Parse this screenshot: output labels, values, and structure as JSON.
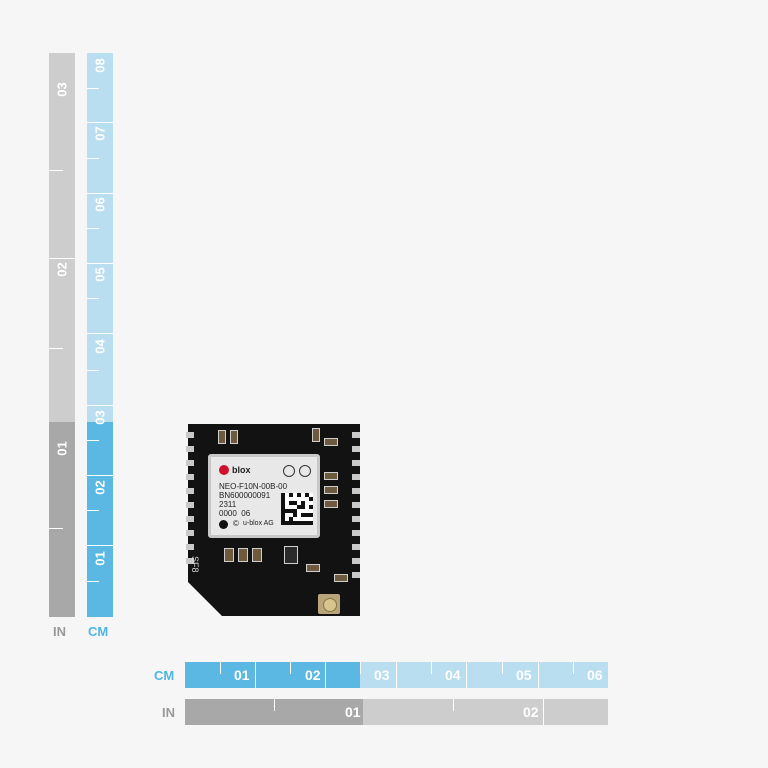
{
  "vertical_rulers": {
    "inch": {
      "unit_label": "IN",
      "tick_labels": [
        "01",
        "02",
        "03"
      ]
    },
    "cm": {
      "unit_label": "CM",
      "tick_labels": [
        "01",
        "02",
        "03",
        "04",
        "05",
        "06",
        "07",
        "08"
      ]
    }
  },
  "horizontal_rulers": {
    "cm": {
      "unit_label": "CM",
      "tick_labels": [
        "01",
        "02",
        "03",
        "04",
        "05",
        "06"
      ]
    },
    "inch": {
      "unit_label": "IN",
      "tick_labels": [
        "01",
        "02"
      ]
    }
  },
  "module": {
    "brand": "blox",
    "part_number": "NEO-F10N-00B-00",
    "serial": "BN600000091",
    "date_code": "2311",
    "lot": "0000  06",
    "maker": "u-blox AG",
    "board_mark": "SF8"
  },
  "colors": {
    "cm_highlight": "#5bb8e2",
    "cm_light": "#b8def0",
    "inch_highlight": "#a8a8a8",
    "inch_light": "#cdcdcd",
    "pcb": "#111111",
    "shield": "#e8e8e8",
    "brand_red": "#d1102e"
  }
}
